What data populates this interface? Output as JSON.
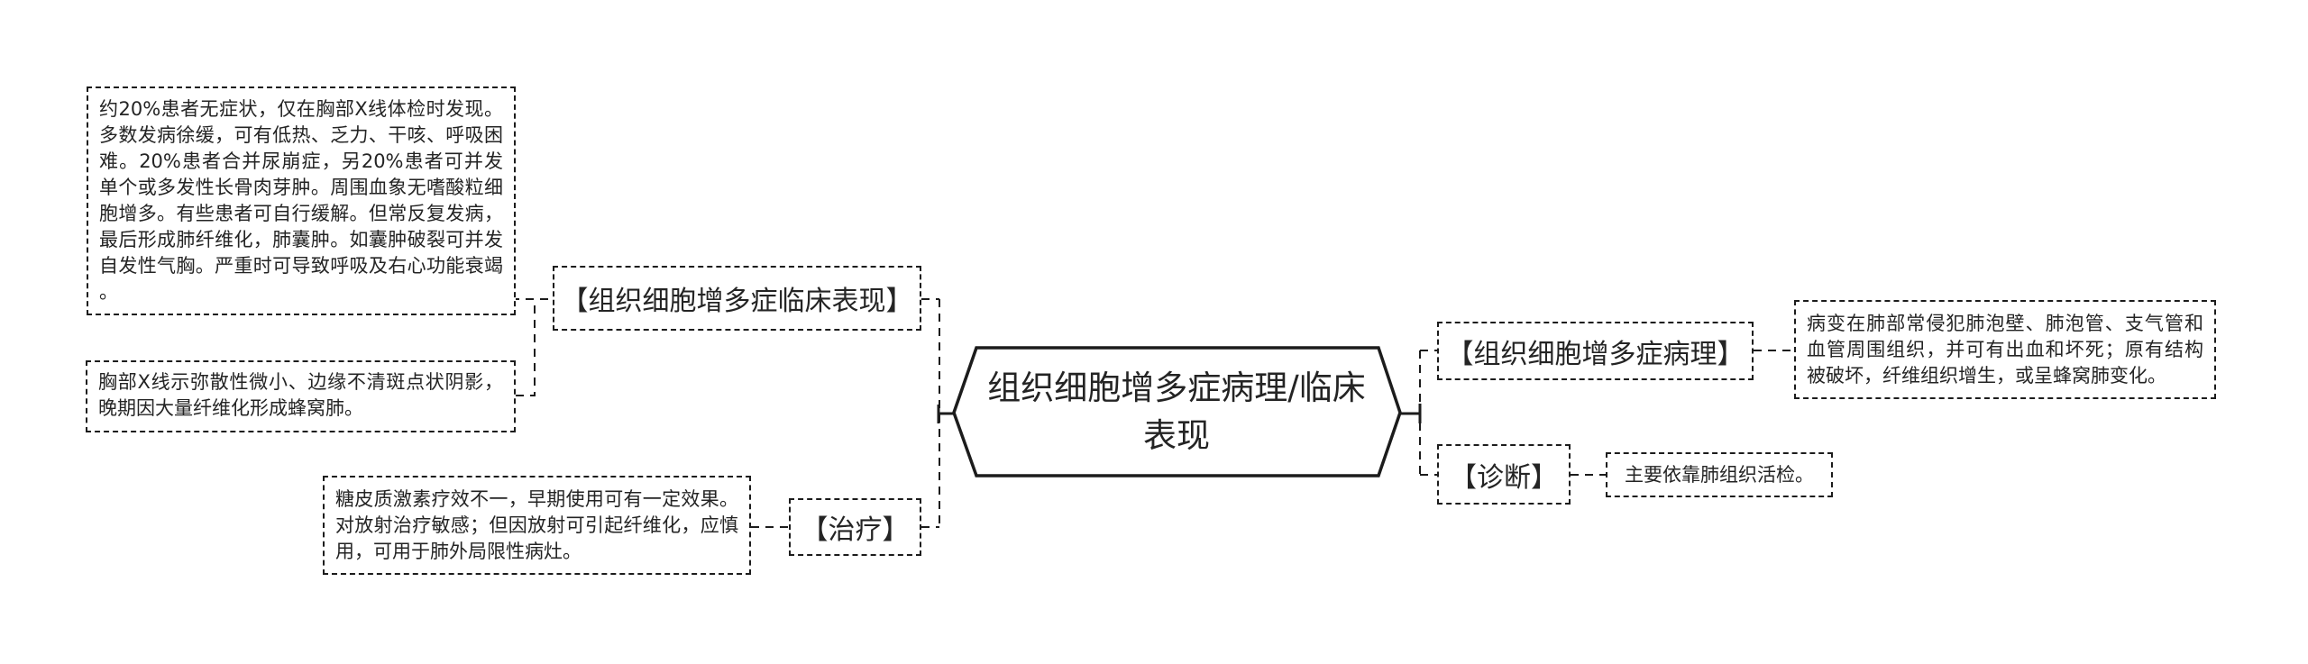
{
  "colors": {
    "background": "#ffffff",
    "line": "#1c1c1c",
    "text": "#242424"
  },
  "mindmap": {
    "root": {
      "title": "组织细胞增多症病理/临床表现"
    },
    "branches": {
      "clinical": {
        "label": "【组织细胞增多症临床表现】",
        "notes": {
          "symptoms": "约20%患者无症状，仅在胸部X线体检时发现。多数发病徐缓，可有低热、乏力、干咳、呼吸困难。20%患者合并尿崩症，另20%患者可并发单个或多发性长骨肉芽肿。周围血象无嗜酸粒细胞增多。有些患者可自行缓解。但常反复发病，最后形成肺纤维化，肺囊肿。如囊肿破裂可并发自发性气胸。严重时可导致呼吸及右心功能衰竭。",
          "xray": "胸部X线示弥散性微小、边缘不清斑点状阴影，晚期因大量纤维化形成蜂窝肺。"
        }
      },
      "treatment": {
        "label": "【治疗】",
        "note": "糖皮质激素疗效不一，早期使用可有一定效果。对放射治疗敏感；但因放射可引起纤维化，应慎用，可用于肺外局限性病灶。"
      },
      "pathology": {
        "label": "【组织细胞增多症病理】",
        "note": "病变在肺部常侵犯肺泡壁、肺泡管、支气管和血管周围组织，并可有出血和坏死；原有结构被破坏，纤维组织增生，或呈蜂窝肺变化。"
      },
      "diagnosis": {
        "label": "【诊断】",
        "note": "主要依靠肺组织活检。"
      }
    }
  }
}
